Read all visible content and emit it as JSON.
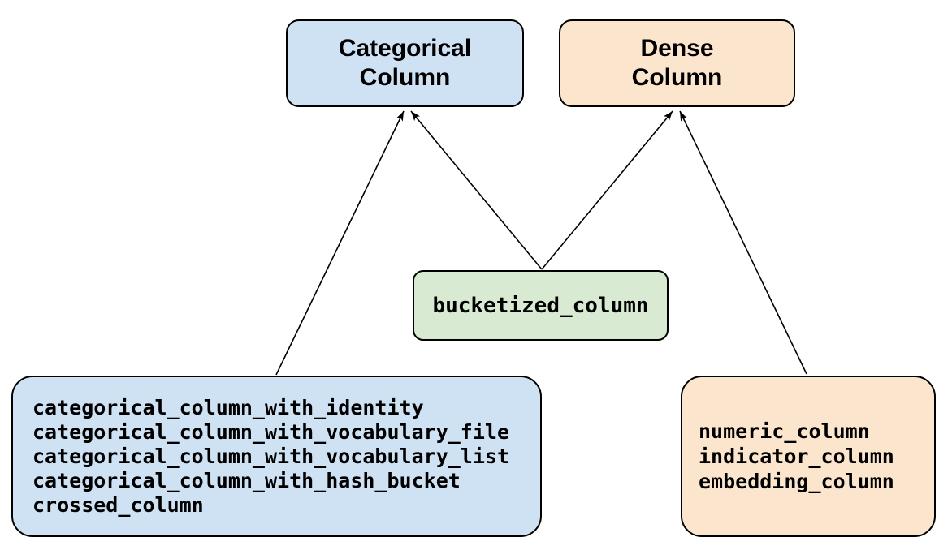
{
  "diagram": {
    "nodes": {
      "categorical": {
        "lines": [
          "Categorical",
          "Column"
        ],
        "fill": "#cfe2f3"
      },
      "dense": {
        "lines": [
          "Dense",
          "Column"
        ],
        "fill": "#fce5cd"
      },
      "bucketized": {
        "label": "bucketized_column",
        "fill": "#d9ead3"
      },
      "categorical_functions": {
        "items": [
          "categorical_column_with_identity",
          "categorical_column_with_vocabulary_file",
          "categorical_column_with_vocabulary_list",
          "categorical_column_with_hash_bucket",
          "crossed_column"
        ],
        "fill": "#cfe2f3"
      },
      "dense_functions": {
        "items": [
          "numeric_column",
          "indicator_column",
          "embedding_column"
        ],
        "fill": "#fce5cd"
      }
    },
    "edges": [
      {
        "from": "categorical_functions",
        "to": "categorical"
      },
      {
        "from": "bucketized",
        "to": "categorical"
      },
      {
        "from": "bucketized",
        "to": "dense"
      },
      {
        "from": "dense_functions",
        "to": "dense"
      }
    ],
    "colors": {
      "background": "#ffffff",
      "border": "#000000",
      "arrow": "#000000"
    }
  }
}
